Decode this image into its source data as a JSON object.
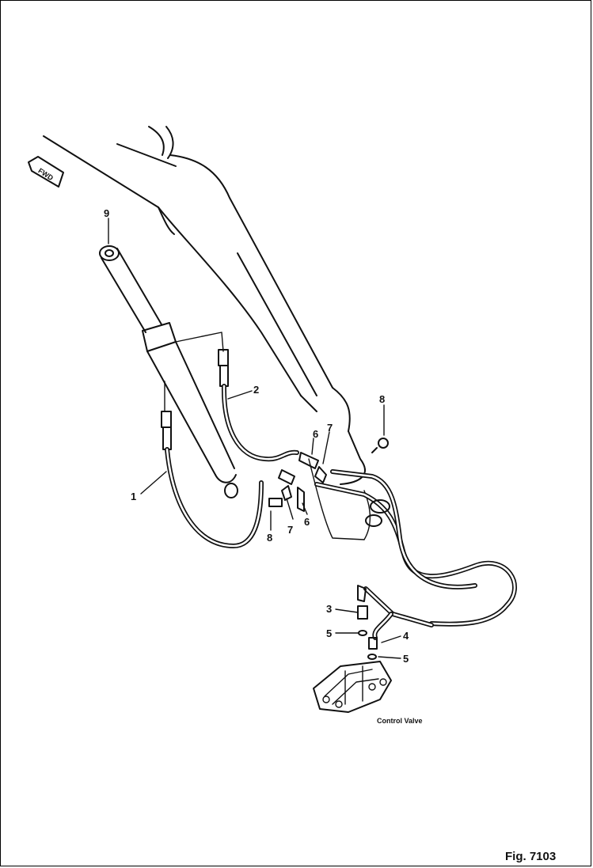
{
  "figure_label": "Fig. 7103",
  "direction_marker": "FWD",
  "component_label": "Control Valve",
  "callouts": {
    "c1": "1",
    "c2": "2",
    "c3": "3",
    "c4": "4",
    "c5a": "5",
    "c5b": "5",
    "c6a": "6",
    "c6b": "6",
    "c7a": "7",
    "c7b": "7",
    "c8a": "8",
    "c8b": "8",
    "c9": "9"
  }
}
